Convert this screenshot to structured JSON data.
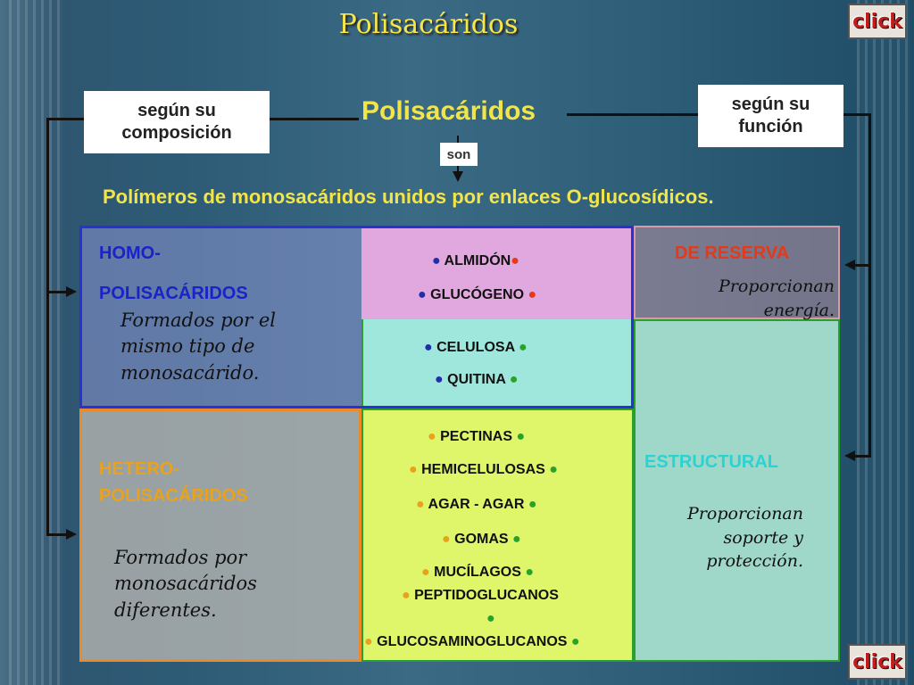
{
  "slide_title": "Polisacáridos",
  "click_label": "click",
  "main_title": "Polisacáridos",
  "left_box": "según su composición",
  "right_box": "según su función",
  "son_label": "son",
  "definition": "Polímeros de monosacáridos unidos por enlaces O-glucosídicos.",
  "homo": {
    "label_line1": "HOMO-",
    "label_line2": "POLISACÁRIDOS",
    "desc": "Formados por el mismo tipo de monosacárido."
  },
  "hetero": {
    "label_line1": "HETERO-",
    "label_line2": "POLISACÁRIDOS",
    "desc": "Formados por monosacáridos diferentes."
  },
  "reserva": {
    "label": "DE RESERVA",
    "desc": "Proporcionan energía."
  },
  "estructural": {
    "label": "ESTRUCTURAL",
    "desc": "Proporcionan soporte y protección."
  },
  "reserve_items": [
    "ALMIDÓN",
    "GLUCÓGENO"
  ],
  "structural_homo_items": [
    "CELULOSA",
    "QUITINA"
  ],
  "hetero_items": [
    "PECTINAS",
    "HEMICELULOSAS",
    "AGAR - AGAR",
    "GOMAS",
    "MUCÍLAGOS",
    "PEPTIDOGLUCANOS",
    "GLUCOSAMINOGLUCANOS"
  ],
  "dot": "●",
  "colors": {
    "title_yellow": "#f2e54a",
    "homo_border": "#2a2fd6",
    "reserve_fill": "#e0a8de",
    "cyan_fill": "#9fe6dd",
    "hetero_fill": "#dff56a",
    "estructural_fill": "#9fd8c8",
    "homo_label": "#1a22c8",
    "reserva_label": "#e23a1a",
    "estructural_label": "#2ad3d3",
    "hetero_label": "#e9a21e"
  }
}
